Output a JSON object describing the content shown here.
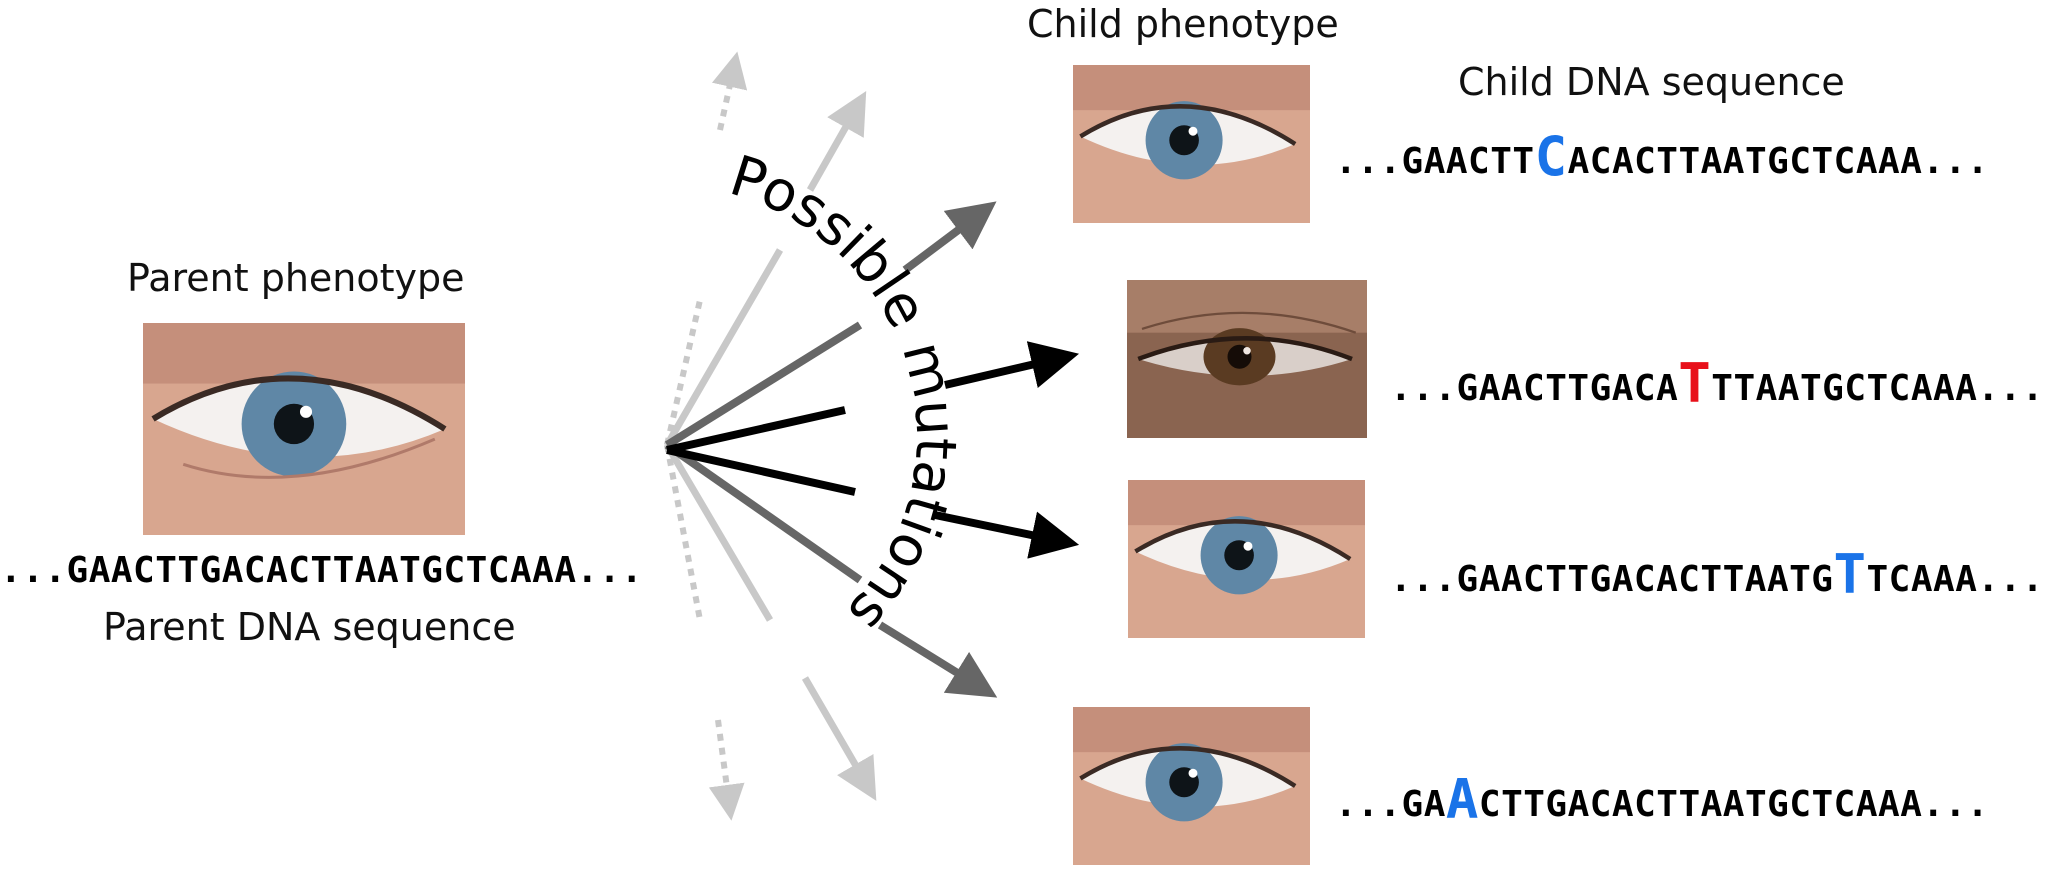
{
  "parent": {
    "phenotype_label": "Parent phenotype",
    "dna_label": "Parent DNA sequence",
    "sequence": "...GAACTTGACACTTAATGCTCAAA..."
  },
  "child": {
    "phenotype_label": "Child phenotype",
    "dna_label": "Child DNA sequence"
  },
  "arc_label": "Possible mutations",
  "children": [
    {
      "before": "...GAACTT",
      "mutation": "C",
      "after": "ACACTTAATGCTCAAA...",
      "mutation_color": "#1a73e8",
      "eye_color": "blue"
    },
    {
      "before": "...GAACTTGACA",
      "mutation": "T",
      "after": "TTAATGCTCAAA...",
      "mutation_color": "#e8101a",
      "eye_color": "brown"
    },
    {
      "before": "...GAACTTGACACTTAATG",
      "mutation": "T",
      "after": "TCAAA...",
      "mutation_color": "#1a73e8",
      "eye_color": "blue"
    },
    {
      "before": "...GA",
      "mutation": "A",
      "after": "CTTGACACTTAATGCTCAAA...",
      "mutation_color": "#1a73e8",
      "eye_color": "blue"
    }
  ],
  "colors": {
    "arrow_strong": "#000000",
    "arrow_medium": "#666666",
    "arrow_light": "#c8c8c8",
    "blue_iris": "#5f87a6",
    "brown_iris": "#5a3b22",
    "skin": "#d9a98f"
  }
}
